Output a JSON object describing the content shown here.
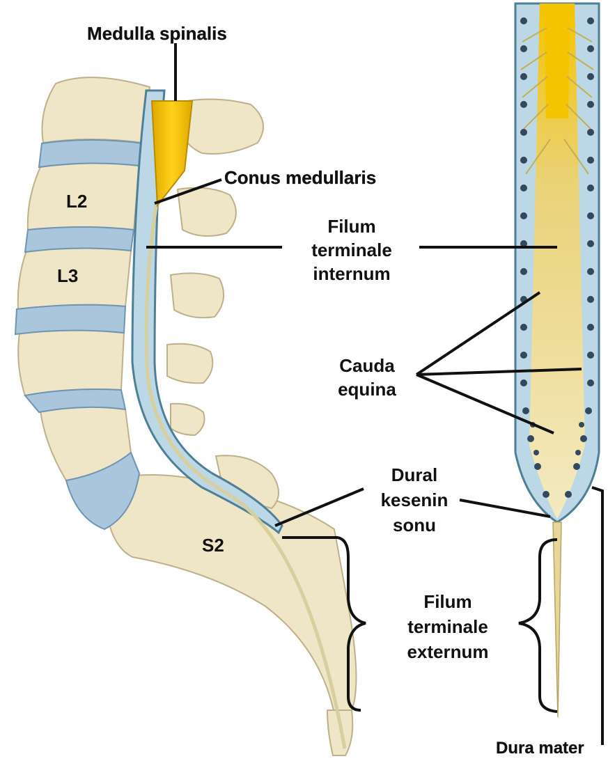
{
  "labels": {
    "medulla_spinalis": "Medulla spinalis",
    "conus_medullaris": "Conus medullaris",
    "filum_terminale_internum": [
      "Filum",
      "terminale",
      "internum"
    ],
    "cauda_equina": [
      "Cauda",
      "equina"
    ],
    "dural_kesenin_sonu": [
      "Dural",
      "kesenin",
      "sonu"
    ],
    "filum_terminale_externum": [
      "Filum",
      "terminale",
      "externum"
    ],
    "dura_mater": "Dura mater"
  },
  "vertebrae": {
    "l2": "L2",
    "l3": "L3",
    "s2": "S2"
  },
  "colors": {
    "bone": "#efe6c8",
    "bone_edge": "#bdb08a",
    "disc": "#a9c6dc",
    "disc_edge": "#6f93b0",
    "cord": "#f2c200",
    "dura": "#bcd8e6",
    "dura_edge": "#4f7e97",
    "root_dot": "#34495e",
    "leader": "#111111"
  }
}
